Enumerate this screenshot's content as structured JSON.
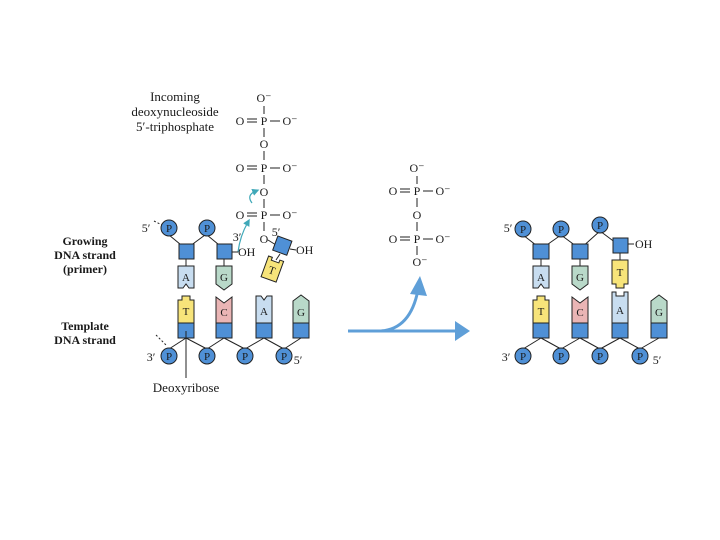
{
  "colors": {
    "sugar": "#4f90d6",
    "phosphate": "#4f90d6",
    "adenine": "#c8ddf0",
    "guanine": "#b9d9c9",
    "cytosine": "#eab5b5",
    "thymine": "#f7e47a",
    "arrow": "#5f9fd8",
    "stroke": "#222222"
  },
  "labels": {
    "incoming_line1": "Incoming",
    "incoming_line2": "deoxynucleoside",
    "incoming_line3": "5′-triphosphate",
    "growing_line1": "Growing",
    "growing_line2": "DNA strand",
    "growing_line3": "(primer)",
    "template_line1": "Template",
    "template_line2": "DNA strand",
    "deoxyribose": "Deoxyribose",
    "three_prime": "3′",
    "five_prime": "5′",
    "oh": "OH",
    "phosphorus": "P",
    "oxygen": "O",
    "o_minus": "O⁻",
    "o_dash": "O⁻"
  },
  "bases": {
    "a": "A",
    "g": "G",
    "c": "C",
    "t": "T"
  }
}
